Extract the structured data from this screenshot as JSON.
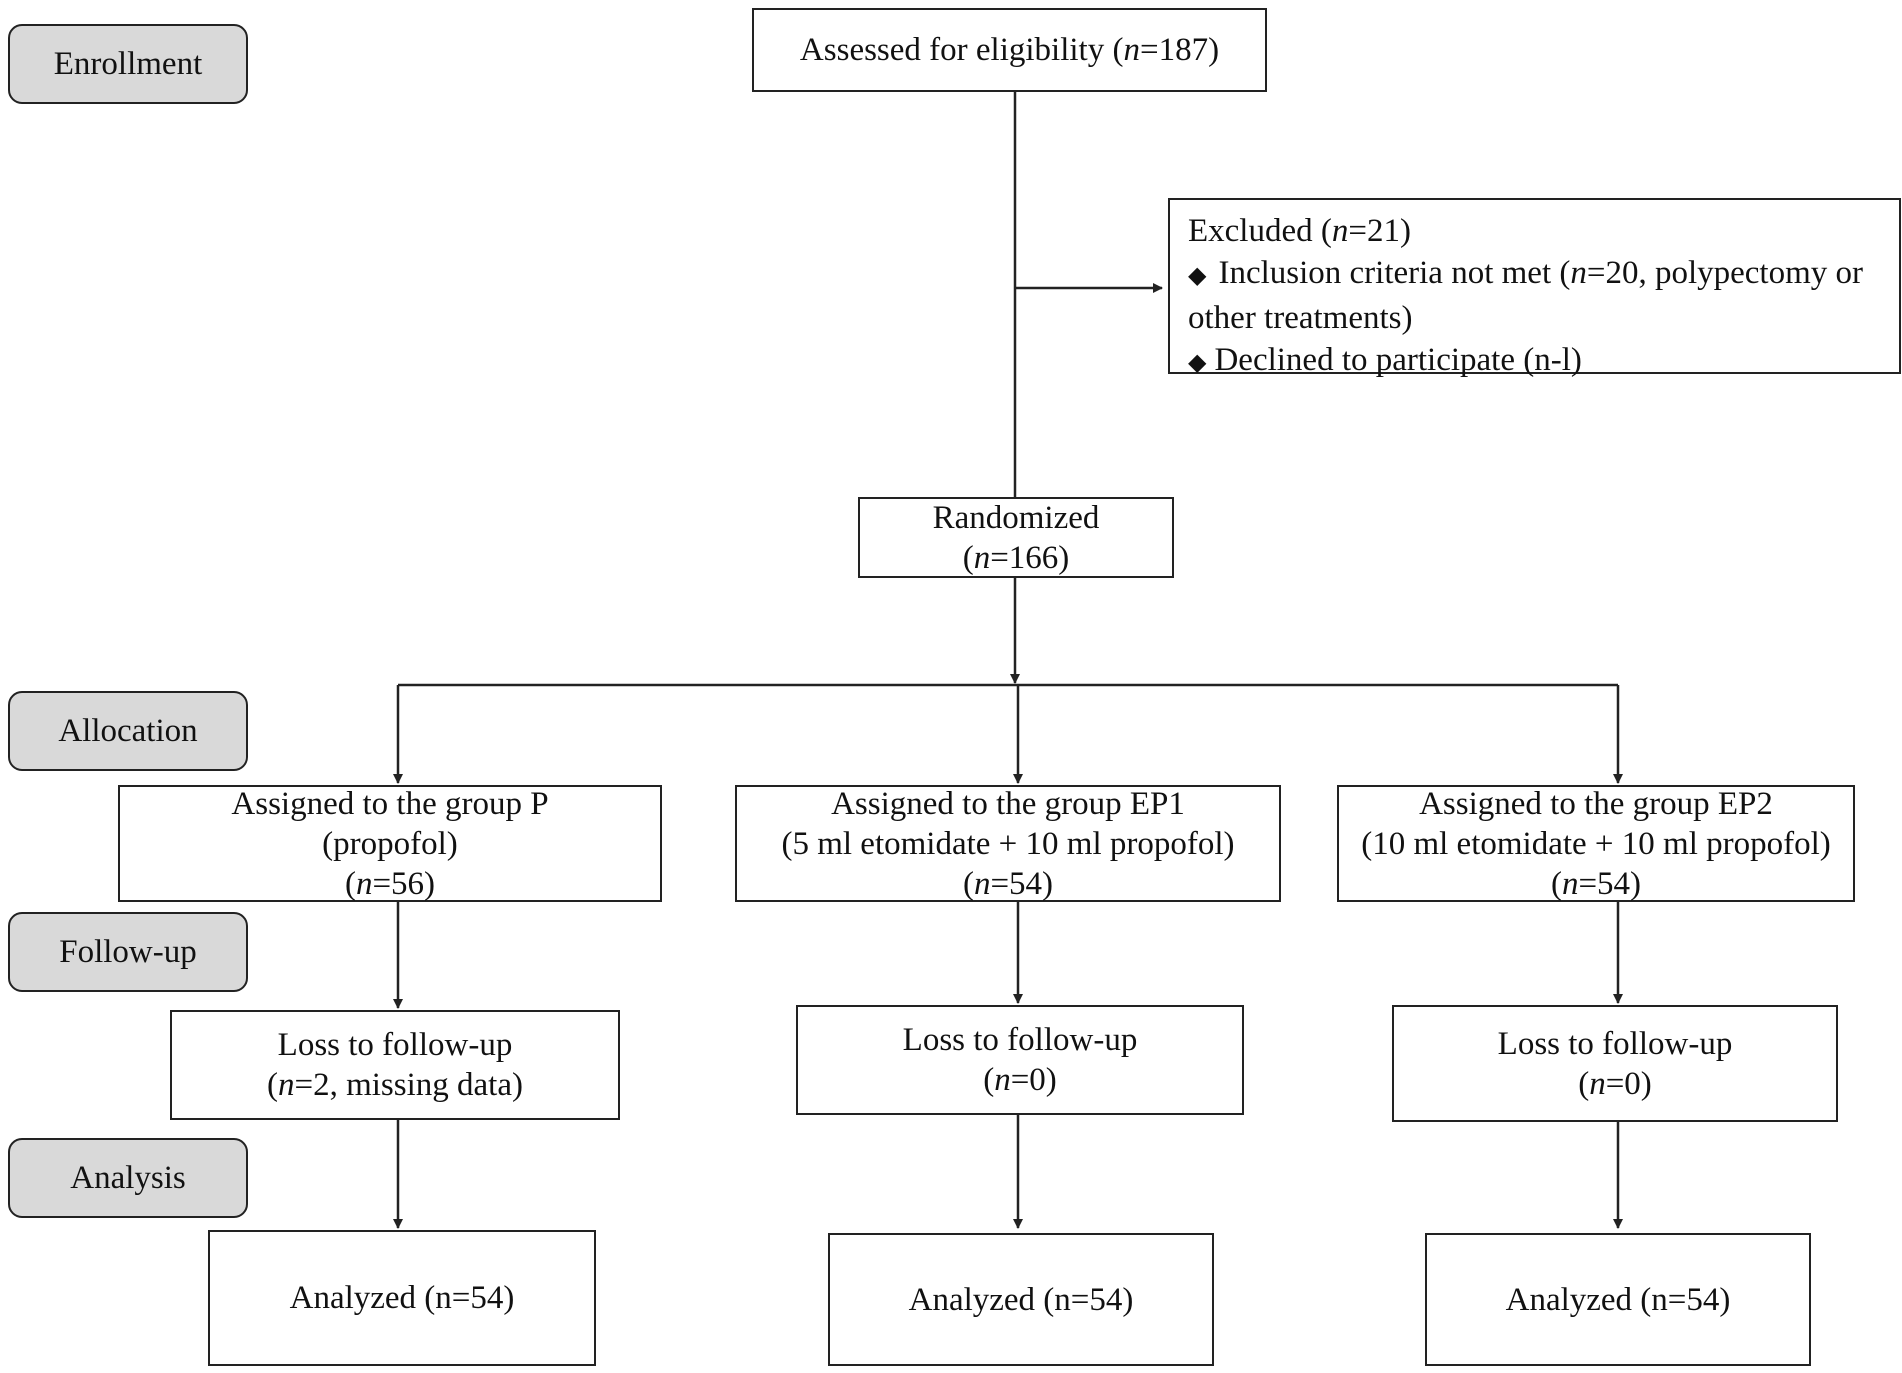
{
  "stages": {
    "enrollment": "Enrollment",
    "allocation": "Allocation",
    "follow_up": "Follow-up",
    "analysis": "Analysis"
  },
  "assessed": {
    "label": "Assessed for eligibility (",
    "n_sym": "n",
    "n_val": "=187)"
  },
  "excluded": {
    "title_pre": "Excluded (",
    "title_n": "n",
    "title_post": "=21)",
    "bullet": "◆",
    "item1_pre": "Inclusion criteria not met (",
    "item1_n": "n",
    "item1_post": "=20, polypectomy or other treatments)",
    "item2": "Declined to participate (n-l)"
  },
  "randomized": {
    "label": "Randomized",
    "n_pre": "(",
    "n_sym": "n",
    "n_post": "=166)"
  },
  "groups": [
    {
      "title": "Assigned to the group P",
      "desc": "(propofol)",
      "n_pre": "(",
      "n_sym": "n",
      "n_post": "=56)",
      "loss_title": "Loss to follow-up",
      "loss_pre": "(",
      "loss_sym": "n",
      "loss_post": "=2, missing data)",
      "analyzed": "Analyzed (n=54)"
    },
    {
      "title": "Assigned to the group  EP1",
      "desc": "(5 ml etomidate + 10 ml propofol)",
      "n_pre": "(",
      "n_sym": "n",
      "n_post": "=54)",
      "loss_title": "Loss to follow-up",
      "loss_pre": "(",
      "loss_sym": "n",
      "loss_post": "=0)",
      "analyzed": "Analyzed (n=54)"
    },
    {
      "title": "Assigned to the group  EP2",
      "desc": "(10 ml etomidate + 10 ml propofol)",
      "n_pre": "(",
      "n_sym": "n",
      "n_post": "=54)",
      "loss_title": "Loss to follow-up",
      "loss_pre": "(",
      "loss_sym": "n",
      "loss_post": "=0)",
      "analyzed": "Analyzed (n=54)"
    }
  ],
  "colors": {
    "stage_fill": "#d9d9d9",
    "stroke": "#222222"
  }
}
